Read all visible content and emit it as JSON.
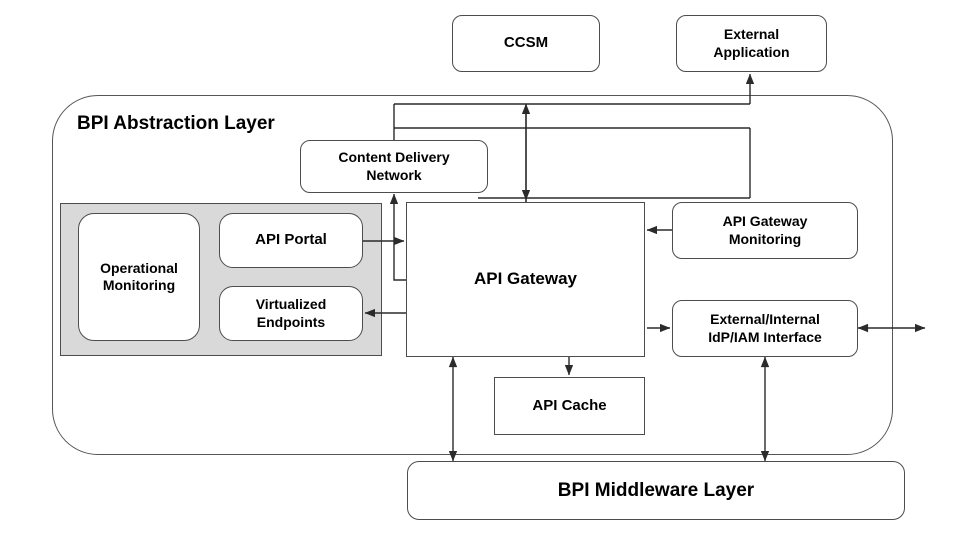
{
  "diagram": {
    "title_text": "BPI Abstraction Layer",
    "colors": {
      "stroke": "#4d4d4d",
      "group_fill": "#d9d9d9",
      "node_fill": "#ffffff",
      "text": "#000000",
      "background": "#ffffff"
    }
  },
  "nodes": {
    "ccsm": {
      "label": "CCSM"
    },
    "external_application": {
      "label": "External\nApplication",
      "line1": "External",
      "line2": "Application"
    },
    "content_delivery_network": {
      "line1": "Content Delivery",
      "line2": "Network"
    },
    "operational_monitoring": {
      "line1": "Operational",
      "line2": "Monitoring"
    },
    "api_portal": {
      "label": "API Portal"
    },
    "virtualized_endpoints": {
      "line1": "Virtualized",
      "line2": "Endpoints"
    },
    "api_gateway": {
      "label": "API Gateway"
    },
    "api_gateway_monitoring": {
      "line1": "API Gateway",
      "line2": "Monitoring"
    },
    "idp_iam_interface": {
      "line1": "External/Internal",
      "line2": "IdP/IAM Interface"
    },
    "api_cache": {
      "label": "API Cache"
    },
    "bpi_middleware_layer": {
      "label": "BPI Middleware Layer"
    },
    "bpi_abstraction_layer": {
      "label": "BPI Abstraction Layer"
    }
  }
}
